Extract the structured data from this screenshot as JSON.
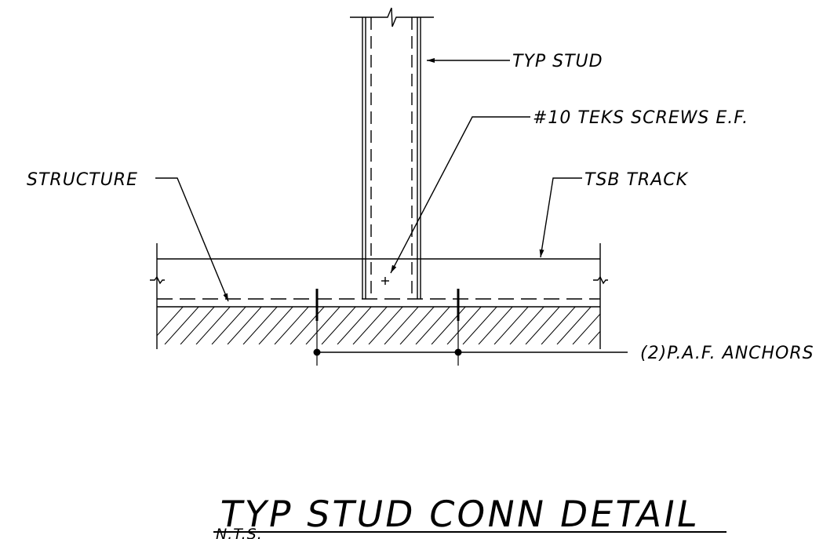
{
  "colors": {
    "ink": "#000000",
    "paper": "#ffffff"
  },
  "labels": {
    "typ_stud": "TYP STUD",
    "teks_screws": "#10 TEKS SCREWS E.F.",
    "structure": "STRUCTURE",
    "tsb_track": "TSB TRACK",
    "paf_anchor": "(2)P.A.F. ANCHORS"
  },
  "title": {
    "main": "TYP STUD CONN DETAIL",
    "scale_note": "N.T.S."
  }
}
